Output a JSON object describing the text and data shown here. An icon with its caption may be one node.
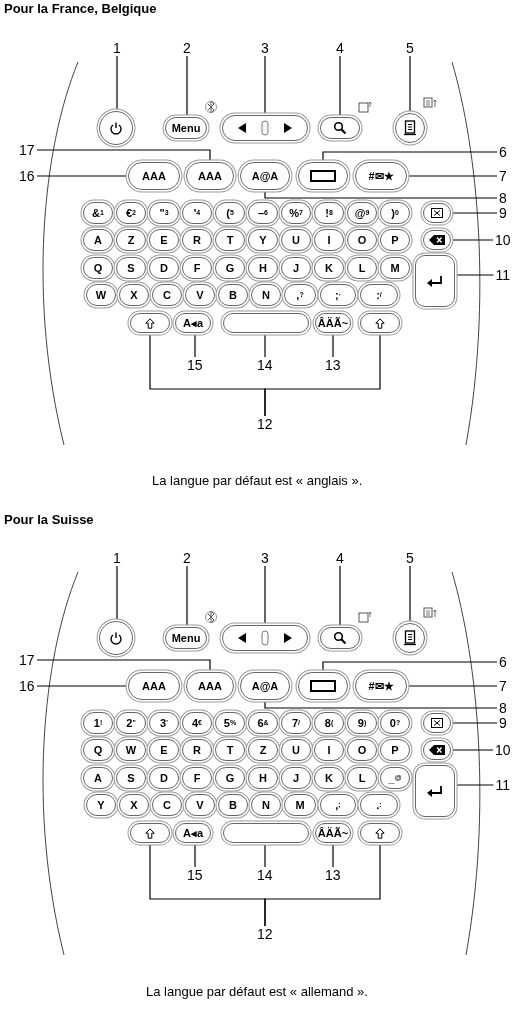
{
  "diagram": {
    "nodes": [
      {
        "text": [
          "1"
        ]
      },
      {
        "text": [
          "2"
        ]
      },
      {
        "text": [
          "3"
        ]
      },
      {
        "text": [
          "4"
        ]
      },
      {
        "text": [
          "5"
        ]
      },
      {
        "text": [
          "17"
        ]
      },
      {
        "text": [
          "6"
        ]
      },
      {
        "text": [
          "16"
        ]
      },
      {
        "text": [
          "7"
        ]
      },
      {
        "text": [
          "8"
        ]
      },
      {
        "text": [
          "9"
        ]
      },
      {
        "text": [
          "10"
        ]
      },
      {
        "text": [
          "11"
        ]
      },
      {
        "text": [
          "15"
        ]
      },
      {
        "text": [
          "14"
        ]
      },
      {
        "text": [
          "13"
        ]
      },
      {
        "text": [
          "12"
        ]
      },
      {
        "text": [],
        "shape": "circle"
      },
      {
        "text": [
          "Menu"
        ]
      },
      {
        "text": [],
        "shape": "box"
      },
      {
        "text": [],
        "shape": "box"
      },
      {
        "text": [],
        "shape": "circle"
      },
      {
        "text": [
          "AAA"
        ]
      },
      {
        "text": [
          "AAA"
        ]
      },
      {
        "text": [
          "A@A"
        ]
      },
      {
        "text": [],
        "shape": "box"
      },
      {
        "text": [
          "#✉★"
        ]
      },
      {
        "text": [
          "&$^{1}$"
        ]
      },
      {
        "text": [
          "€$^{2}$"
        ]
      },
      {
        "text": [
          "\"$^{3}$"
        ]
      },
      {
        "text": [
          "'$^{4}$"
        ]
      },
      {
        "text": [
          "($^{5}$"
        ]
      },
      {
        "text": [
          "–$^{6}$"
        ]
      },
      {
        "text": [
          "%$^{7}$"
        ]
      },
      {
        "text": [
          "!$^{8}$"
        ]
      },
      {
        "text": [
          "@$^{9}$"
        ]
      },
      {
        "text": [
          ")$^{0}$"
        ]
      },
      {
        "text": [],
        "shape": "box"
      },
      {
        "text": [
          "A"
        ]
      },
      {
        "text": [
          "Z"
        ]
      },
      {
        "text": [
          "E"
        ]
      },
      {
        "text": [
          "R"
        ]
      },
      {
        "text": [
          "T"
        ]
      },
      {
        "text": [
          "Y"
        ]
      },
      {
        "text": [
          "U"
        ]
      },
      {
        "text": [
          "I"
        ]
      },
      {
        "text": [
          "O"
        ]
      },
      {
        "text": [
          "P"
        ]
      },
      {
        "text": [],
        "shape": "box"
      },
      {
        "text": [
          "Q"
        ]
      },
      {
        "text": [
          "S"
        ]
      },
      {
        "text": [
          "D"
        ]
      },
      {
        "text": [
          "F"
        ]
      },
      {
        "text": [
          "G"
        ]
      },
      {
        "text": [
          "H"
        ]
      },
      {
        "text": [
          "J"
        ]
      },
      {
        "text": [
          "K"
        ]
      },
      {
        "text": [
          "L"
        ]
      },
      {
        "text": [
          "M"
        ]
      },
      {
        "text": [],
        "shape": "box"
      },
      {
        "text": [
          "W"
        ]
      },
      {
        "text": [
          "X"
        ]
      },
      {
        "text": [
          "C"
        ]
      },
      {
        "text": [
          "V"
        ]
      },
      {
        "text": [
          "B"
        ]
      },
      {
        "text": [
          "N"
        ]
      },
      {
        "text": [
          ",$^{?}$"
        ]
      },
      {
        "text": [
          ";$^{·}$"
        ]
      },
      {
        "text": [
          ":$^{/}$"
        ]
      },
      {
        "text": [],
        "shape": "box"
      },
      {
        "text": [
          "A◂a"
        ]
      },
      {
        "text": [],
        "shape": "box"
      },
      {
        "text": [
          "ÂÄÃ~"
        ]
      },
      {
        "text": [],
        "shape": "box"
      },
      {
        "text": [
          "1"
        ]
      },
      {
        "text": [
          "2"
        ]
      },
      {
        "text": [
          "3"
        ]
      },
      {
        "text": [
          "4"
        ]
      },
      {
        "text": [
          "5"
        ]
      },
      {
        "text": [
          "17"
        ]
      },
      {
        "text": [
          "6"
        ]
      },
      {
        "text": [
          "16"
        ]
      },
      {
        "text": [
          "7"
        ]
      },
      {
        "text": [
          "8"
        ]
      },
      {
        "text": [
          "9"
        ]
      },
      {
        "text": [
          "10"
        ]
      },
      {
        "text": [
          "11"
        ]
      },
      {
        "text": [
          "15"
        ]
      },
      {
        "text": [
          "14"
        ]
      },
      {
        "text": [
          "13"
        ]
      },
      {
        "text": [
          "12"
        ]
      },
      {
        "text": [],
        "shape": "circle"
      },
      {
        "text": [
          "Menu"
        ]
      },
      {
        "text": [],
        "shape": "box"
      },
      {
        "text": [],
        "shape": "box"
      },
      {
        "text": [],
        "shape": "circle"
      },
      {
        "text": [
          "AAA"
        ]
      },
      {
        "text": [
          "AAA"
        ]
      },
      {
        "text": [
          "A@A"
        ]
      },
      {
        "text": [],
        "shape": "box"
      },
      {
        "text": [
          "#✉★"
        ]
      },
      {
        "text": [
          "1$^{!}$"
        ]
      },
      {
        "text": [
          "2$^{\"}$"
        ]
      },
      {
        "text": [
          "3$^{'}$"
        ]
      },
      {
        "text": [
          "4$^{€}$"
        ]
      },
      {
        "text": [
          "5$^{%}$"
        ]
      },
      {
        "text": [
          "6$^{&}$"
        ]
      },
      {
        "text": [
          "7$^{/}$"
        ]
      },
      {
        "text": [
          "8$^{(}$"
        ]
      },
      {
        "text": [
          "9$^{)}$"
        ]
      },
      {
        "text": [
          "0$^{?}$"
        ]
      },
      {
        "text": [],
        "shape": "box"
      },
      {
        "text": [
          "Q"
        ]
      },
      {
        "text": [
          "W"
        ]
      },
      {
        "text": [
          "E"
        ]
      },
      {
        "text": [
          "R"
        ]
      },
      {
        "text": [
          "T"
        ]
      },
      {
        "text": [
          "Z"
        ]
      },
      {
        "text": [
          "U"
        ]
      },
      {
        "text": [
          "I"
        ]
      },
      {
        "text": [
          "O"
        ]
      },
      {
        "text": [
          "P"
        ]
      },
      {
        "text": [],
        "shape": "box"
      },
      {
        "text": [
          "A"
        ]
      },
      {
        "text": [
          "S"
        ]
      },
      {
        "text": [
          "D"
        ]
      },
      {
        "text": [
          "F"
        ]
      },
      {
        "text": [
          "G"
        ]
      },
      {
        "text": [
          "H"
        ]
      },
      {
        "text": [
          "J"
        ]
      },
      {
        "text": [
          "K"
        ]
      },
      {
        "text": [
          "L"
        ]
      },
      {
        "text": [
          "_$^{@}$"
        ]
      },
      {
        "text": [],
        "shape": "box"
      },
      {
        "text": [
          "Y"
        ]
      },
      {
        "text": [
          "X"
        ]
      },
      {
        "text": [
          "C"
        ]
      },
      {
        "text": [
          "V"
        ]
      },
      {
        "text": [
          "B"
        ]
      },
      {
        "text": [
          "N"
        ]
      },
      {
        "text": [
          "M"
        ]
      },
      {
        "text": [
          ",$^{;}$"
        ]
      },
      {
        "text": [
          ".$^{:}$"
        ]
      },
      {
        "text": [],
        "shape": "box"
      },
      {
        "text": [
          "A◂a"
        ]
      },
      {
        "text": [],
        "shape": "box"
      },
      {
        "text": [
          "ÂÄÃ~"
        ]
      },
      {
        "text": [],
        "shape": "box"
      }
    ],
    "edges": [
      {
        "from": 0,
        "to": 17,
        "arrow": "none"
      },
      {
        "from": 1,
        "to": 18,
        "arrow": "none"
      },
      {
        "from": 2,
        "to": 19,
        "arrow": "none"
      },
      {
        "from": 3,
        "to": 20,
        "arrow": "none"
      },
      {
        "from": 4,
        "to": 21,
        "arrow": "none"
      },
      {
        "from": 5,
        "to": 23,
        "arrow": "none"
      },
      {
        "from": 6,
        "to": 25,
        "arrow": "none"
      },
      {
        "from": 7,
        "to": 22,
        "arrow": "none"
      },
      {
        "from": 8,
        "to": 26,
        "arrow": "none"
      },
      {
        "from": 9,
        "to": 24,
        "arrow": "none"
      },
      {
        "from": 10,
        "to": 37,
        "arrow": "none"
      },
      {
        "from": 11,
        "to": 48,
        "arrow": "none"
      },
      {
        "from": 12,
        "to": 59,
        "arrow": "none"
      },
      {
        "from": 13,
        "to": 70,
        "arrow": "none"
      },
      {
        "from": 14,
        "to": 71,
        "arrow": "none"
      },
      {
        "from": 15,
        "to": 72,
        "arrow": "none"
      },
      {
        "from": 16,
        "to": 69,
        "arrow": "none"
      },
      {
        "from": 16,
        "to": 73,
        "arrow": "none"
      },
      {
        "from": 74,
        "to": 91,
        "arrow": "none"
      },
      {
        "from": 75,
        "to": 92,
        "arrow": "none"
      },
      {
        "from": 76,
        "to": 93,
        "arrow": "none"
      },
      {
        "from": 77,
        "to": 94,
        "arrow": "none"
      },
      {
        "from": 78,
        "to": 95,
        "arrow": "none"
      },
      {
        "from": 79,
        "to": 97,
        "arrow": "none"
      },
      {
        "from": 80,
        "to": 99,
        "arrow": "none"
      },
      {
        "from": 81,
        "to": 96,
        "arrow": "none"
      },
      {
        "from": 82,
        "to": 100,
        "arrow": "none"
      },
      {
        "from": 83,
        "to": 98,
        "arrow": "none"
      },
      {
        "from": 84,
        "to": 111,
        "arrow": "none"
      },
      {
        "from": 85,
        "to": 122,
        "arrow": "none"
      },
      {
        "from": 86,
        "to": 133,
        "arrow": "none"
      },
      {
        "from": 87,
        "to": 144,
        "arrow": "none"
      },
      {
        "from": 88,
        "to": 145,
        "arrow": "none"
      },
      {
        "from": 89,
        "to": 146,
        "arrow": "none"
      },
      {
        "from": 90,
        "to": 143,
        "arrow": "none"
      },
      {
        "from": 90,
        "to": 147,
        "arrow": "none"
      }
    ],
    "labels": [
      "Pour la France, Belgique",
      "La langue par défaut est « anglais ».",
      "Pour la Suisse",
      "La langue par défaut est « allemand »."
    ]
  }
}
